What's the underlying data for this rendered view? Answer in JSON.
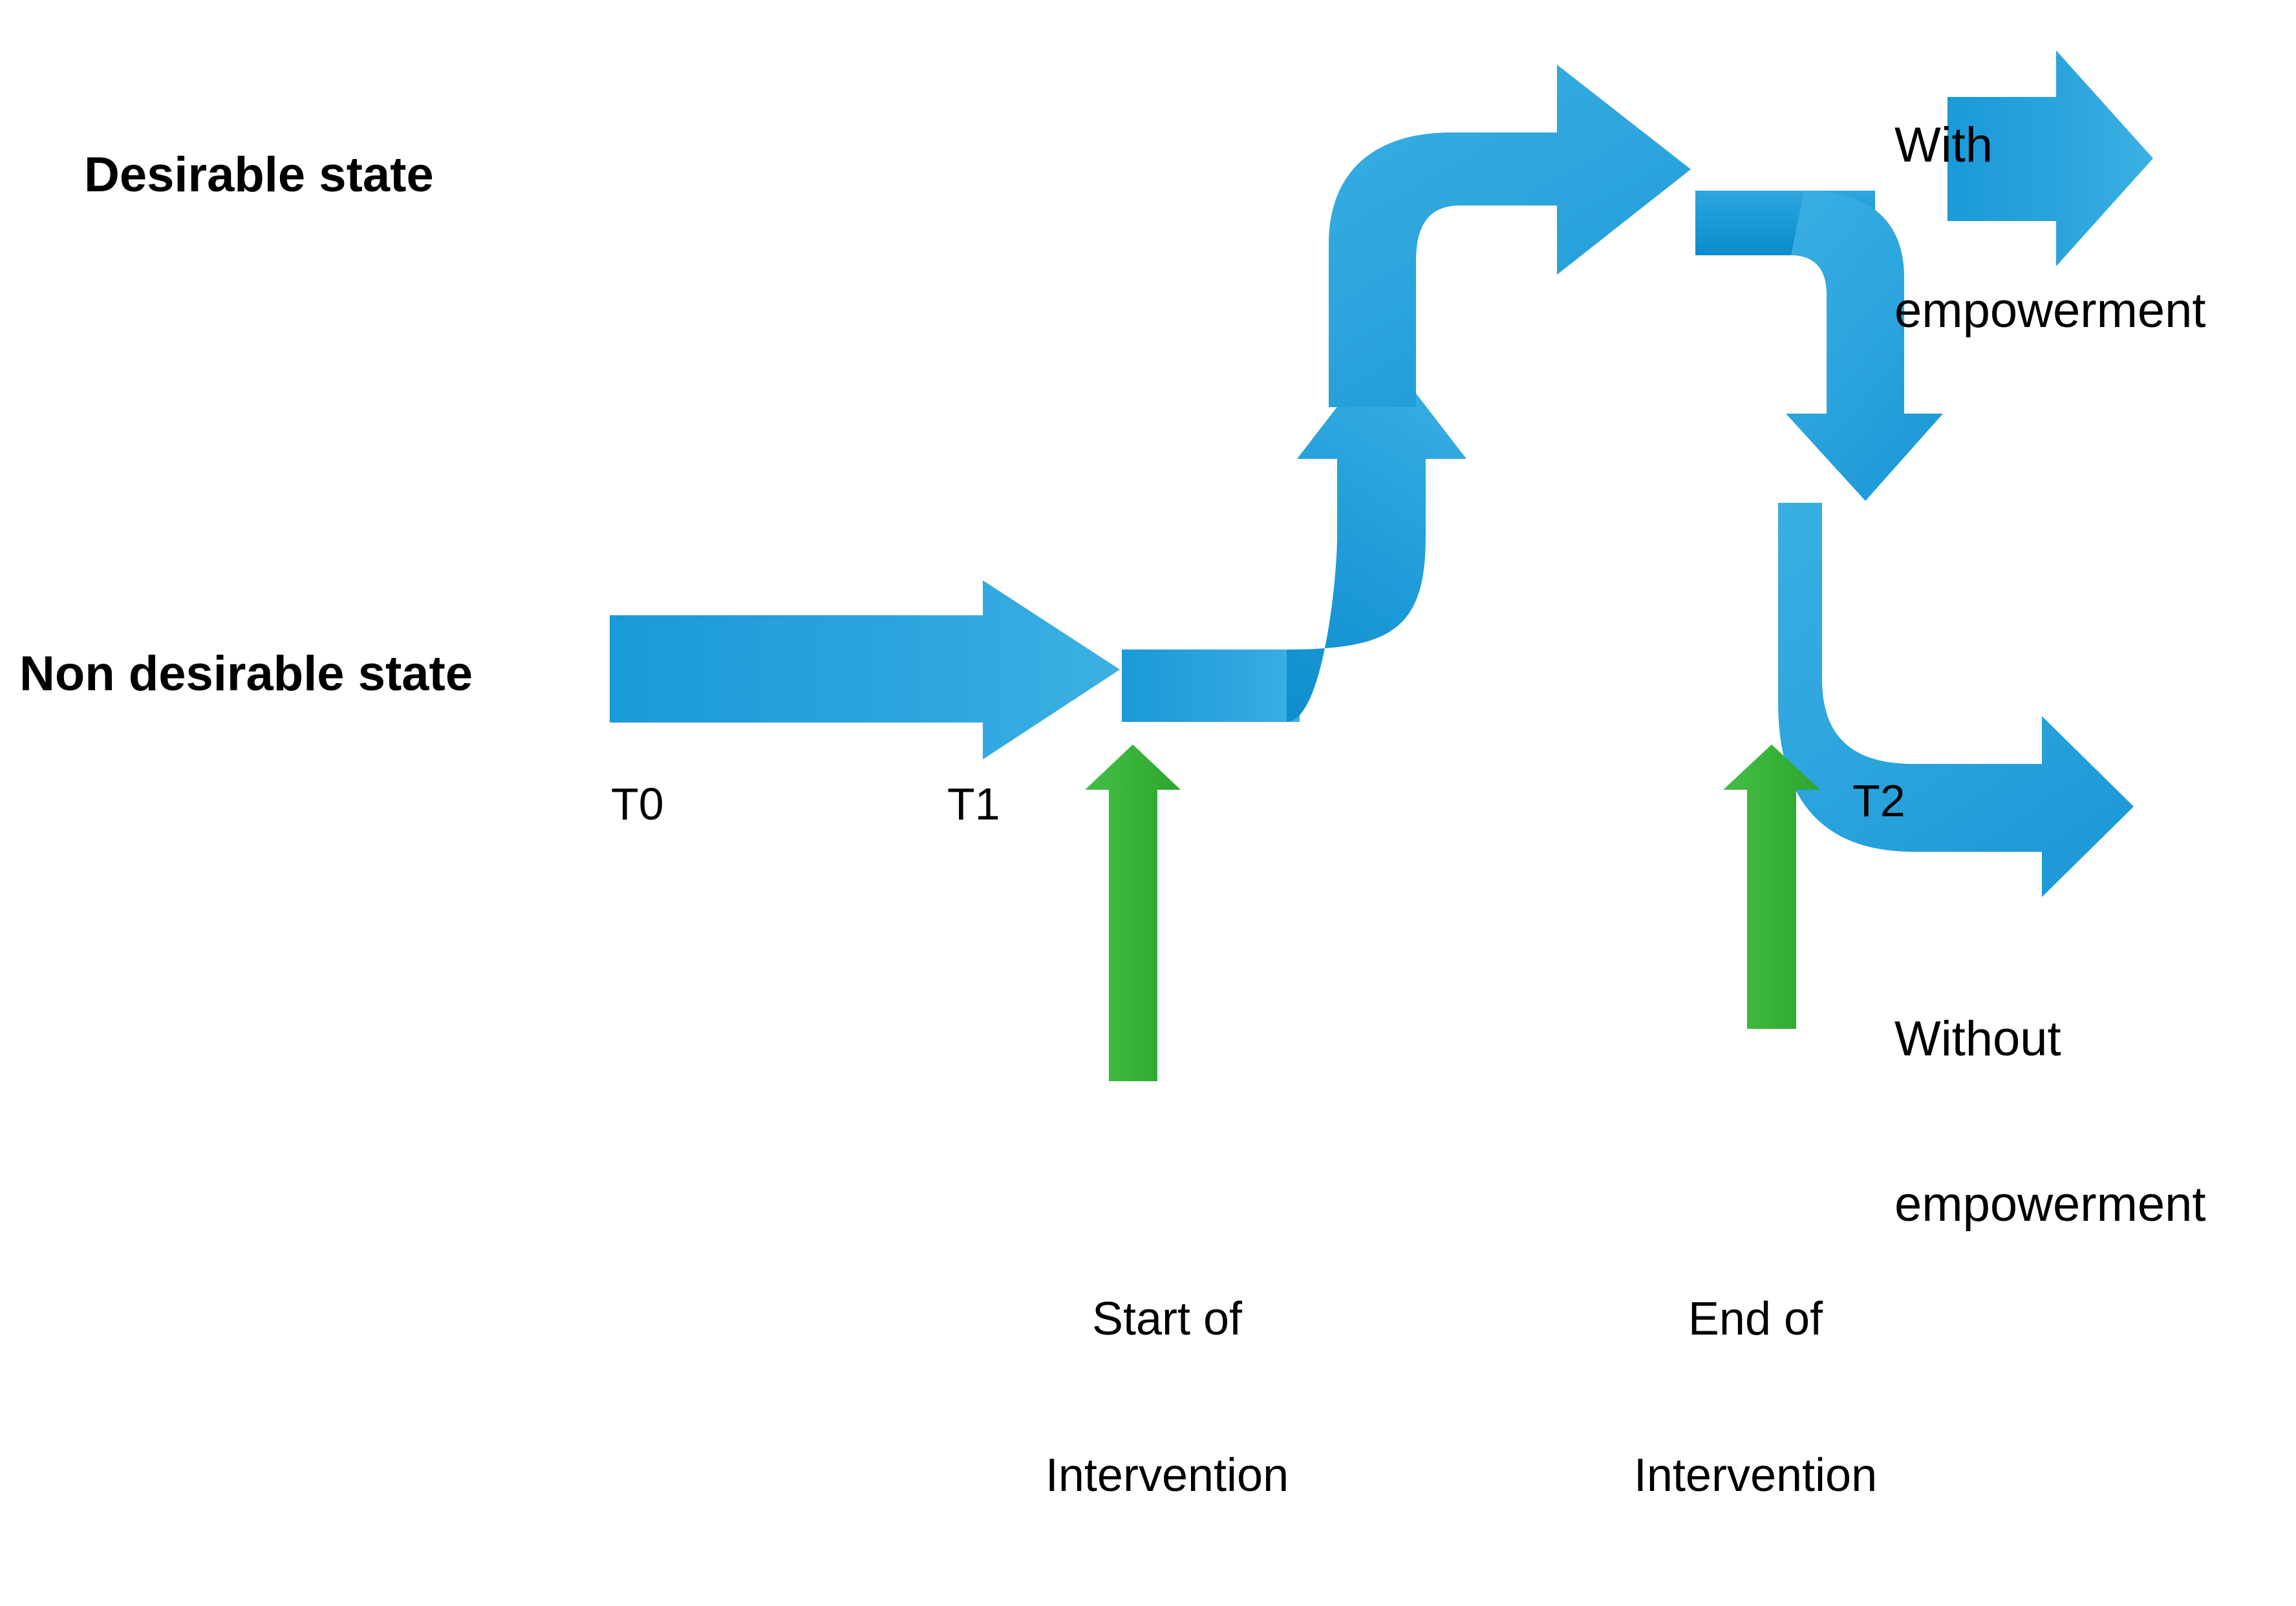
{
  "diagram": {
    "title": "Empowerment intervention trajectory diagram",
    "type": "flow-arrow-diagram",
    "background_color": "#FFFFFF",
    "colors": {
      "blue_dark": "#1188CC",
      "blue_mid": "#1B9BD8",
      "blue_light": "#3AAFE2",
      "green": "#3CB63C",
      "green_dark": "#2FA02F",
      "text": "#000000"
    }
  },
  "labels": {
    "desirable_state": "Desirable state",
    "non_desirable_state": "Non desirable state",
    "t0": "T0",
    "t1": "T1",
    "t2": "T2",
    "with_empowerment_line1": "With",
    "with_empowerment_line2": "empowerment",
    "without_empowerment_line1": "Without",
    "without_empowerment_line2": "empowerment",
    "start_of_intervention_line1": "Start of",
    "start_of_intervention_line2": "Intervention",
    "end_of_intervention_line1": "End of",
    "end_of_intervention_line2": "Intervention"
  },
  "arrows": {
    "baseline_arrow": {
      "name": "non-desirable-baseline-arrow",
      "direction": "right",
      "color": "#1B9BD8",
      "from_time": "T0",
      "to_time": "T1"
    },
    "rise_arrow": {
      "name": "improvement-elbow-arrow",
      "direction": "up-then-right",
      "color": "#1B9BD8",
      "meaning": "state improves after intervention starts"
    },
    "top_continue_arrow": {
      "name": "with-empowerment-arrow",
      "direction": "right",
      "color": "#1B9BD8",
      "meaning": "sustained desirable state with empowerment"
    },
    "decline_arrow": {
      "name": "without-empowerment-elbow-arrow",
      "direction": "down-then-right",
      "color": "#3AAFE2",
      "meaning": "relapse to non desirable state without empowerment"
    },
    "start_marker_arrow": {
      "name": "start-of-intervention-arrow",
      "direction": "up",
      "color": "#3CB63C"
    },
    "end_marker_arrow": {
      "name": "end-of-intervention-arrow",
      "direction": "up",
      "color": "#3CB63C"
    }
  }
}
